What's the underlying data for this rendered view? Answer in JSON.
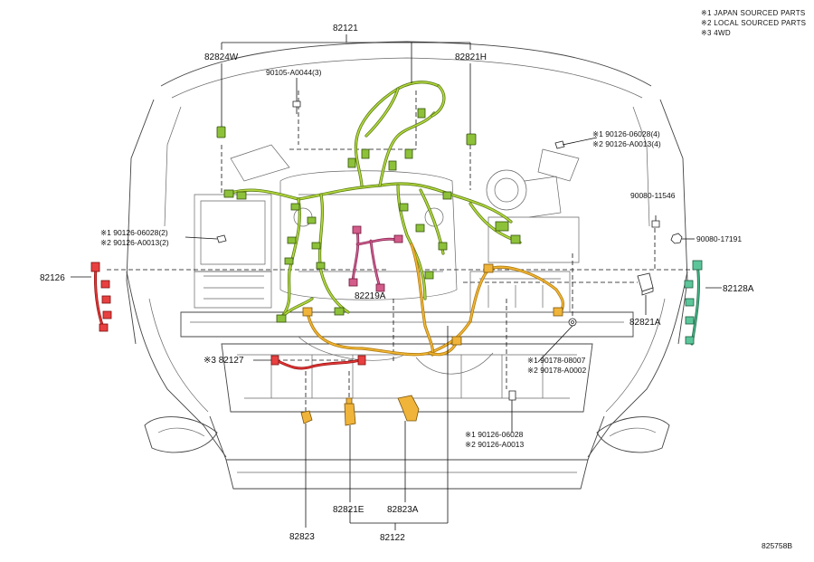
{
  "legend": [
    "※1  JAPAN SOURCED PARTS",
    "※2  LOCAL SOURCED PARTS",
    "※3  4WD"
  ],
  "drawing_code": "825758B",
  "parts": {
    "p82121": "82121",
    "p82824W": "82824W",
    "p82821H": "82821H",
    "p90105": "90105-A0044(3)",
    "p90126_1_top": "※1 90126-06028(4)",
    "p90126_2_top": "※2 90126-A0013(4)",
    "p90080_11546": "90080-11546",
    "p90080_17191": "90080-17191",
    "p90126_1_left": "※1 90126-06028(2)",
    "p90126_2_left": "※2 90126-A0013(2)",
    "p82126": "82126",
    "p82128A": "82128A",
    "p82219A": "82219A",
    "p82821A": "82821A",
    "p82127": "※3 82127",
    "p90178_1": "※1 90178-08007",
    "p90178_2": "※2 90178-A0002",
    "p90126_1_bot": "※1 90126-06028",
    "p90126_2_bot": "※2 90126-A0013",
    "p82823": "82823",
    "p82821E": "82821E",
    "p82823A": "82823A",
    "p82122": "82122"
  }
}
